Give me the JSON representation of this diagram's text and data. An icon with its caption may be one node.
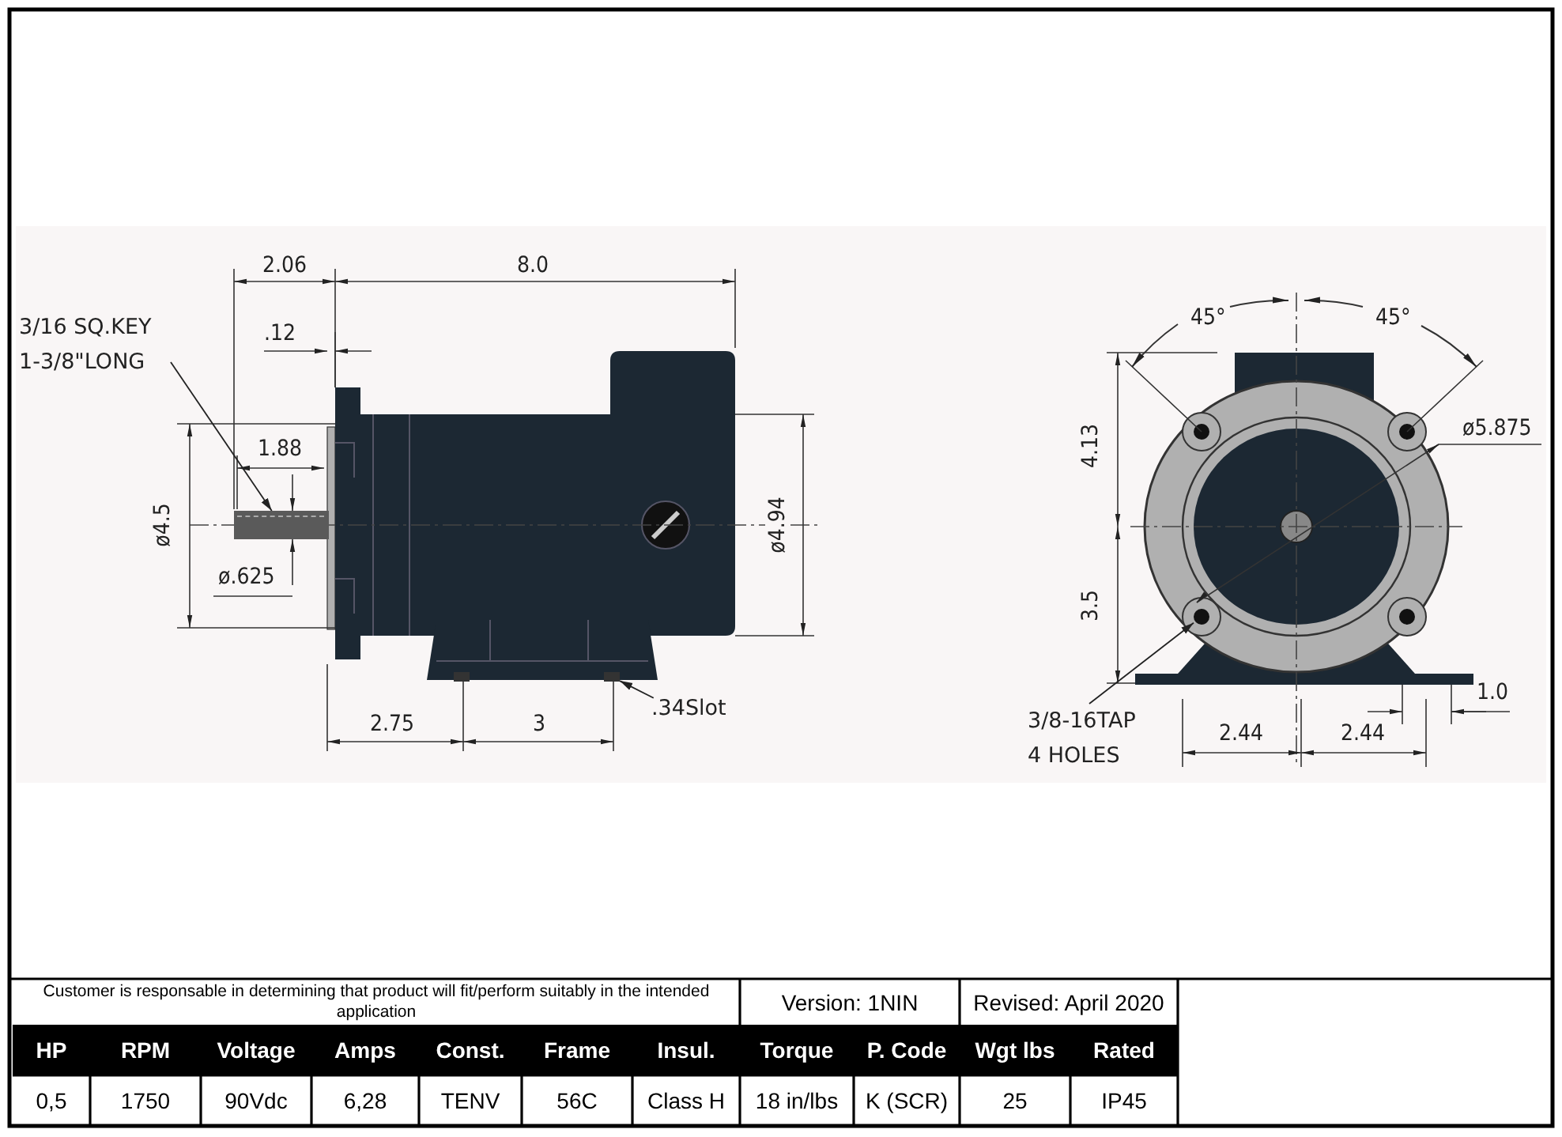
{
  "diagram": {
    "nodes": [
      {
        "text": [
          "3/16 SQ.KEY 1-3/8\"LONG"
        ]
      },
      {
        "text": [],
        "shape": "bar"
      },
      {
        "text": [
          ".34Slot"
        ]
      },
      {
        "text": [],
        "shape": "box"
      },
      {
        "text": [
          "3/8-16TAP 4 HOLES"
        ]
      },
      {
        "text": [],
        "shape": "circle"
      }
    ],
    "edges": [
      {
        "from": 0,
        "to": 1,
        "arrow": "to"
      },
      {
        "from": 2,
        "to": 3,
        "arrow": "to"
      },
      {
        "from": 4,
        "to": 5,
        "arrow": "to"
      }
    ],
    "labels": [
      "2.06",
      "8.0",
      "45°",
      "45°",
      ".12",
      "4.13",
      "ø5.875",
      "1.88",
      "ø4.5",
      "ø4.94",
      "ø.625",
      "3.5",
      "1.0",
      "2.75",
      "3",
      "2.44",
      "2.44",
      "Customer is responsable in determining that product will fit/perform suitably in the intended application",
      "Version: 1NIN",
      "Revised: April 2020",
      "HP",
      "RPM",
      "Voltage",
      "Amps",
      "Const.",
      "Frame",
      "Insul.",
      "Torque",
      "P. Code",
      "Wgt lbs",
      "Rated",
      "0,5",
      "1750",
      "90Vdc",
      "6,28",
      "TENV",
      "56C",
      "Class H",
      "18 in/lbs",
      "K (SCR)",
      "25",
      "IP45"
    ]
  }
}
